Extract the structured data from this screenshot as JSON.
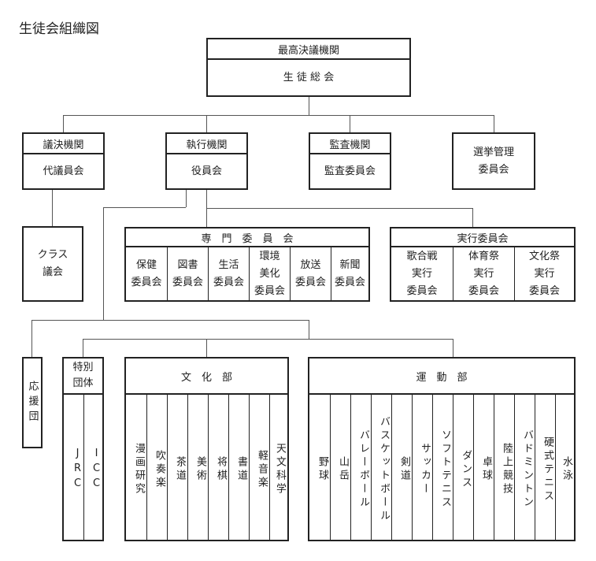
{
  "page_title": "生徒会組織図",
  "top": {
    "header": "最高決議機関",
    "body": "生 徒 総 会"
  },
  "level2": [
    {
      "header": "議決機関",
      "body": "代議員会"
    },
    {
      "header": "執行機関",
      "body": "役員会"
    },
    {
      "header": "監査機関",
      "body": "監査委員会"
    },
    {
      "header": "",
      "body": "選挙管理\n委員会"
    }
  ],
  "class_council": "クラス\n議会",
  "senmon": {
    "header": "専　門　委　員　会",
    "items": [
      "保健\n委員会",
      "図書\n委員会",
      "生活\n委員会",
      "環境\n美化\n委員会",
      "放送\n委員会",
      "新聞\n委員会"
    ]
  },
  "jikko": {
    "header": "実行委員会",
    "items": [
      "歌合戦\n実行\n委員会",
      "体育祭\n実行\n委員会",
      "文化祭\n実行\n委員会"
    ]
  },
  "ouendan": "応援団",
  "tokubetsu": {
    "header": "特別\n団体",
    "items": [
      "JRC",
      "ICC"
    ]
  },
  "bunka": {
    "header": "文　化　部",
    "items": [
      "漫画研究",
      "吹奏楽",
      "茶道",
      "美術",
      "将棋",
      "書道",
      "軽音楽",
      "天文科学"
    ]
  },
  "undo": {
    "header": "運　動　部",
    "items": [
      "野球",
      "山岳",
      "バレーボール",
      "バスケットボール",
      "剣道",
      "サッカー",
      "ソフトテニス",
      "ダンス",
      "卓球",
      "陸上競技",
      "バドミントン",
      "硬式テニス",
      "水泳"
    ]
  }
}
